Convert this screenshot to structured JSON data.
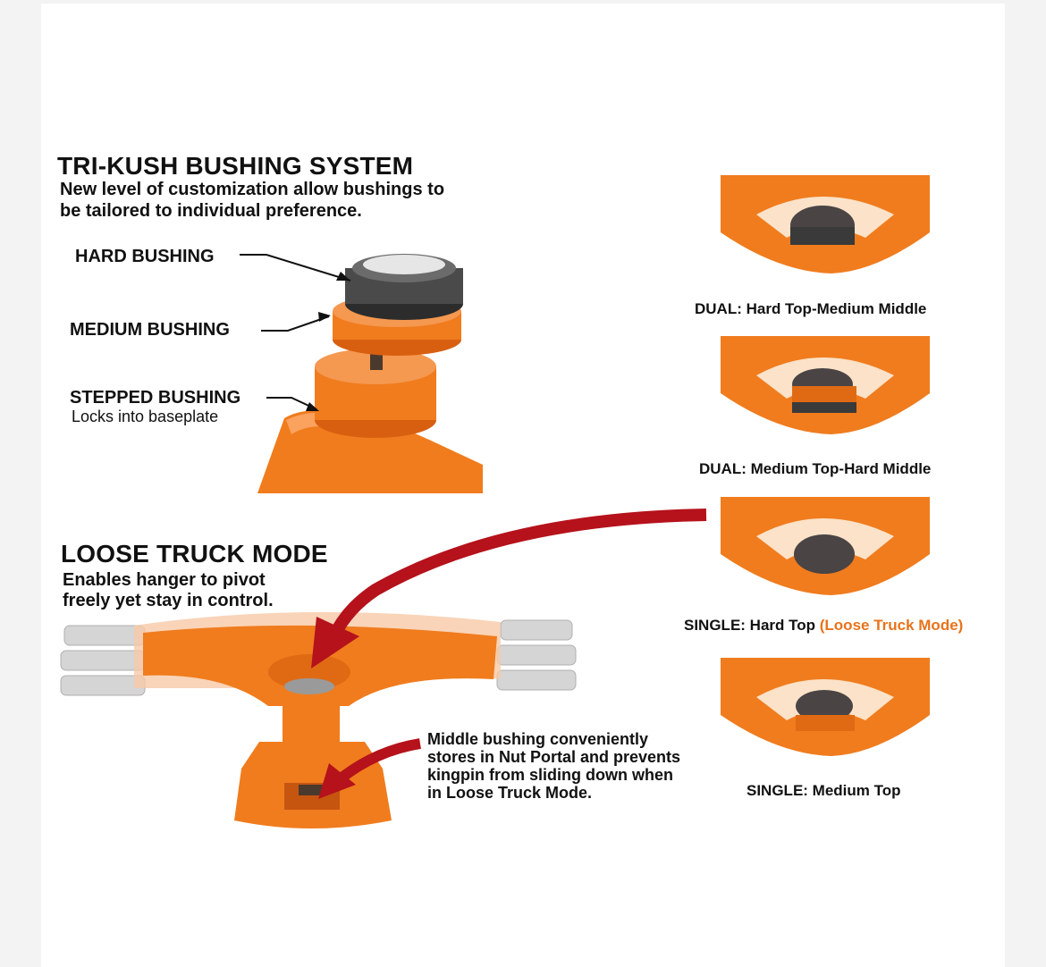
{
  "bushing_section": {
    "title": "TRI-KUSH BUSHING SYSTEM",
    "subtitle_line1": "New level of customization allow bushings to",
    "subtitle_line2": "be tailored to individual preference.",
    "labels": {
      "hard": "HARD BUSHING",
      "medium": "MEDIUM BUSHING",
      "stepped": "STEPPED BUSHING",
      "stepped_note": "Locks into baseplate"
    }
  },
  "loose_section": {
    "title": "LOOSE TRUCK MODE",
    "subtitle_line1": "Enables hanger to pivot",
    "subtitle_line2": "freely yet stay in control.",
    "note_lines": [
      "Middle bushing conveniently",
      "stores in Nut Portal and prevents",
      "kingpin from sliding down when",
      "in Loose Truck Mode."
    ]
  },
  "configurations": [
    {
      "caption": "DUAL: Hard Top-Medium Middle",
      "accent": ""
    },
    {
      "caption": "DUAL: Medium Top-Hard Middle",
      "accent": ""
    },
    {
      "caption": "SINGLE: Hard Top",
      "accent": "(Loose Truck Mode)"
    },
    {
      "caption": "SINGLE: Medium Top",
      "accent": ""
    }
  ],
  "colors": {
    "orange": "#f07c1e",
    "arrow_red": "#b5121b",
    "accent_text": "#e8731c"
  }
}
